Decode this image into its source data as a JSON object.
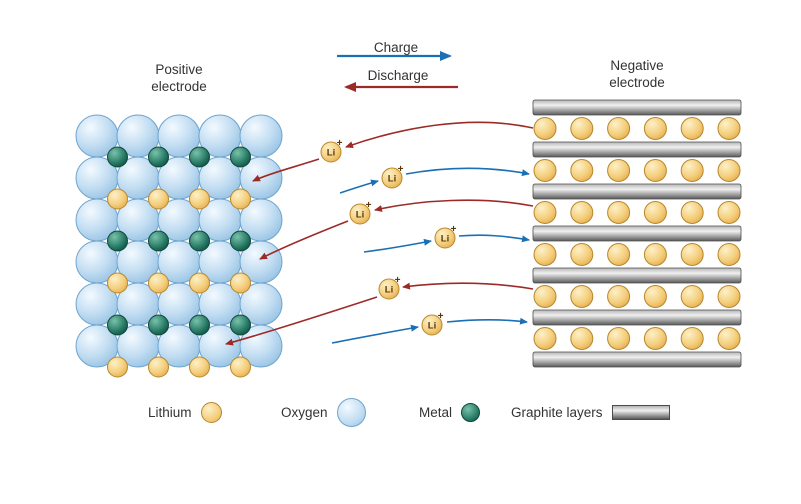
{
  "diagram": {
    "positive_electrode_label": "Positive electrode",
    "negative_electrode_label": "Negative electrode",
    "charge_label": "Charge",
    "discharge_label": "Discharge",
    "ion": {
      "symbol": "Li",
      "charge": "+"
    },
    "lattice": {
      "columns": 5,
      "rows": 6,
      "interstitial_rows": [
        "metal",
        "lithium",
        "metal",
        "lithium",
        "metal",
        "lithium"
      ]
    },
    "graphite": {
      "layers": 7,
      "ion_rows": 6,
      "ions_per_row": 6
    },
    "ions": [
      {
        "direction": "discharge"
      },
      {
        "direction": "charge"
      },
      {
        "direction": "discharge"
      },
      {
        "direction": "charge"
      },
      {
        "direction": "discharge"
      },
      {
        "direction": "charge"
      }
    ],
    "colors": {
      "oxygen_highlight": "#f3faff",
      "oxygen_fill": "#c2ddf2",
      "oxygen_shade": "#93c0e2",
      "oxygen_edge": "#6fa5cf",
      "lithium_highlight": "#fdf0c8",
      "lithium_fill": "#f4cf7d",
      "lithium_shade": "#e5ab4e",
      "lithium_edge": "#b8872c",
      "metal_highlight": "#79c2aa",
      "metal_fill": "#20735f",
      "metal_shade": "#134c3f",
      "metal_edge": "#11463a",
      "graphite_light": "#f0f0f0",
      "graphite_mid": "#b5b5b5",
      "graphite_dark": "#595959",
      "graphite_edge": "#4c4c4c",
      "charge": "#1b6fb5",
      "discharge": "#9c2b27",
      "ion_text": "#58380f",
      "text": "#333333"
    }
  },
  "legend": {
    "items": [
      {
        "label": "Lithium",
        "swatch": "lithium"
      },
      {
        "label": "Oxygen",
        "swatch": "oxygen"
      },
      {
        "label": "Metal",
        "swatch": "metal"
      },
      {
        "label": "Graphite layers",
        "swatch": "graphite"
      }
    ]
  }
}
